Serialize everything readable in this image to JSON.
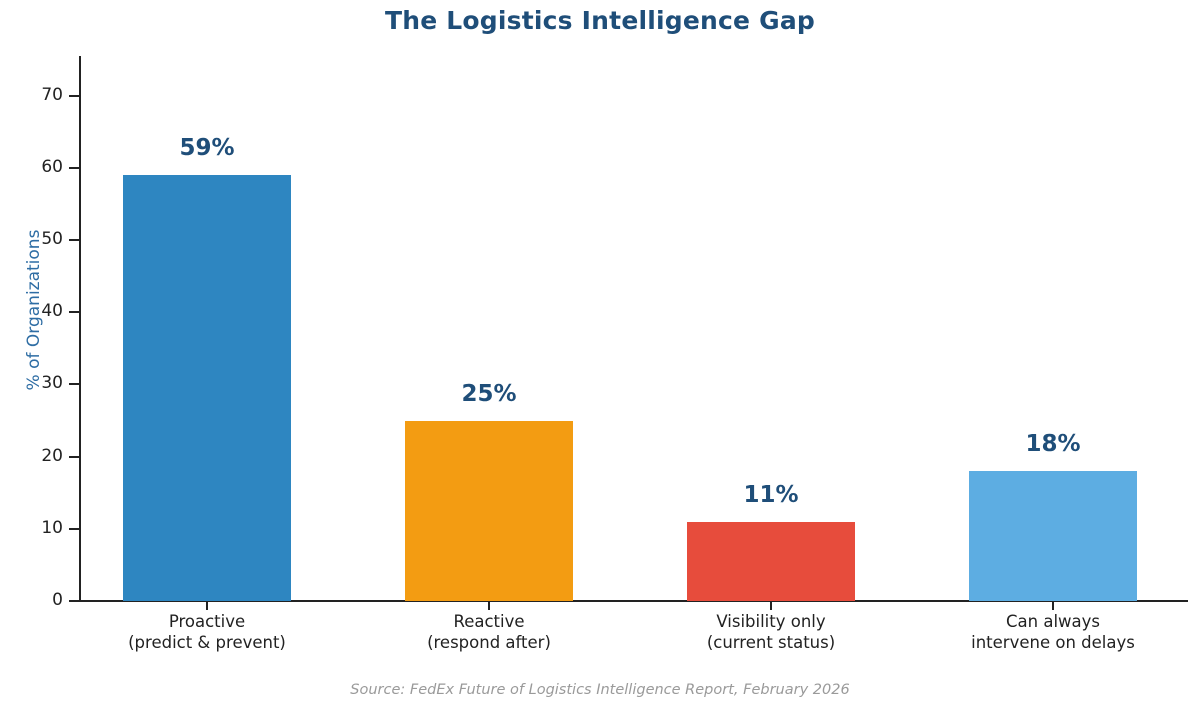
{
  "chart_data": {
    "type": "bar",
    "title": "The Logistics Intelligence Gap",
    "xlabel": "",
    "ylabel": "% of Organizations",
    "categories": [
      "Proactive\n(predict & prevent)",
      "Reactive\n(respond after)",
      "Visibility only\n(current status)",
      "Can always\nintervene on delays"
    ],
    "values": [
      59,
      25,
      11,
      18
    ],
    "data_labels": [
      "59%",
      "25%",
      "11%",
      "18%"
    ],
    "bar_colors": [
      "#2E86C1",
      "#F39C12",
      "#E74C3C",
      "#5DADE2"
    ],
    "ylim": [
      0,
      75.5
    ],
    "yticks": [
      0,
      10,
      20,
      30,
      40,
      50,
      60,
      70
    ],
    "ytick_labels": [
      "0",
      "10",
      "20",
      "30",
      "40",
      "50",
      "60",
      "70"
    ],
    "grid": false,
    "legend": false,
    "source": "Source: FedEx Future of Logistics Intelligence Report, February 2026"
  },
  "style": {
    "title_color": "#1F4E79",
    "ylabel_color": "#2E6DA4",
    "value_label_color": "#1F4E79",
    "tick_color": "#222222",
    "axis_color": "#222222",
    "source_color": "#9a9a9a",
    "background": "#ffffff"
  }
}
